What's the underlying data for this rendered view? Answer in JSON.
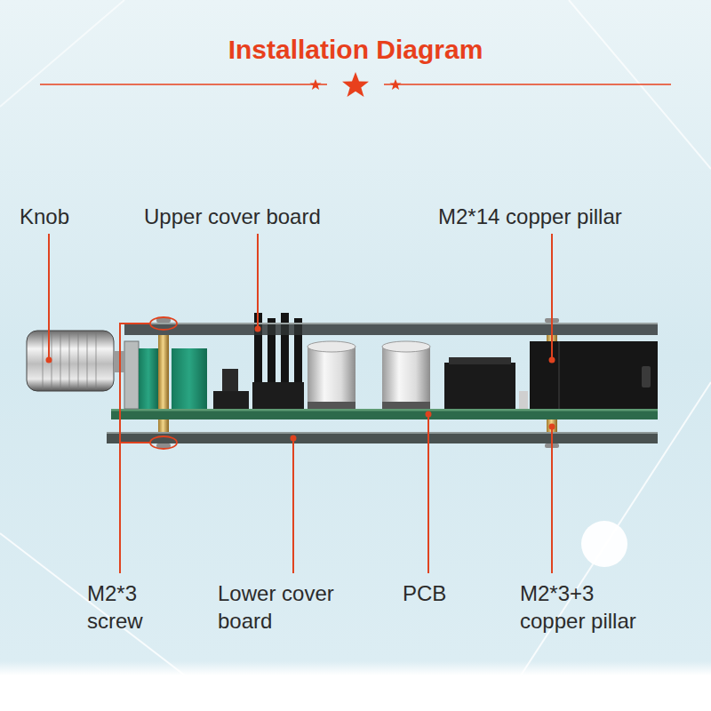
{
  "diagram": {
    "title": "Installation Diagram",
    "labels": [
      "Knob",
      "Upper cover board",
      "M2*14 copper pillar",
      "M2*3 screw",
      "Lower cover board",
      "PCB",
      "M2*3+3 copper pillar"
    ]
  }
}
